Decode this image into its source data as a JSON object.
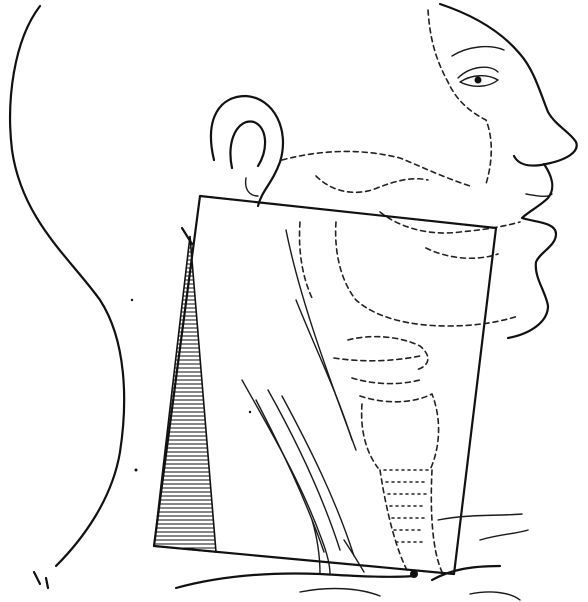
{
  "figure": {
    "colors": {
      "ink": "#111111",
      "background": "#ffffff"
    },
    "elements": [
      "head-neck-outline",
      "ear",
      "face-profile",
      "eye",
      "mandible",
      "larynx",
      "trachea",
      "sternocleidomastoid-muscle",
      "resection-area-rectangle",
      "hatched-posterior-triangle",
      "clavicle"
    ]
  }
}
